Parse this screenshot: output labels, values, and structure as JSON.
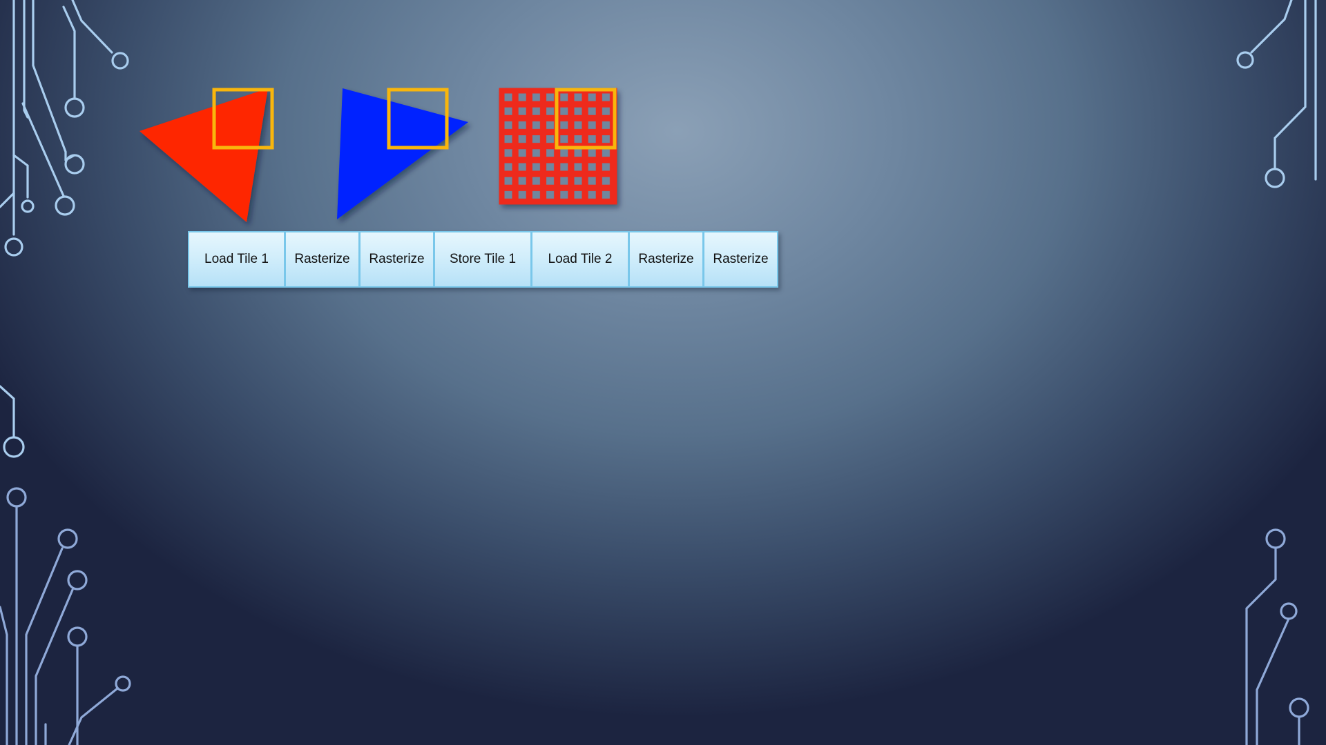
{
  "slide": {
    "background_colors": [
      "#8ba0b6",
      "#57708b",
      "#1c2440"
    ],
    "circuit_decoration_color": "#9cc4e8"
  },
  "diagram": {
    "shapes": [
      {
        "name": "red-triangle",
        "fill": "#fe2500"
      },
      {
        "name": "blue-triangle",
        "fill": "#0022ff"
      },
      {
        "name": "red-grid",
        "fill": "#ee2a1c"
      }
    ],
    "tile_highlight_color": "#f9b60c",
    "pipeline": {
      "stages": [
        {
          "label": "Load Tile 1"
        },
        {
          "label": "Rasterize"
        },
        {
          "label": "Rasterize"
        },
        {
          "label": "Store Tile 1"
        },
        {
          "label": "Load Tile 2"
        },
        {
          "label": "Rasterize"
        },
        {
          "label": "Rasterize"
        }
      ],
      "fill_color": "#d2eefb",
      "border_color": "#79c7ea"
    }
  }
}
